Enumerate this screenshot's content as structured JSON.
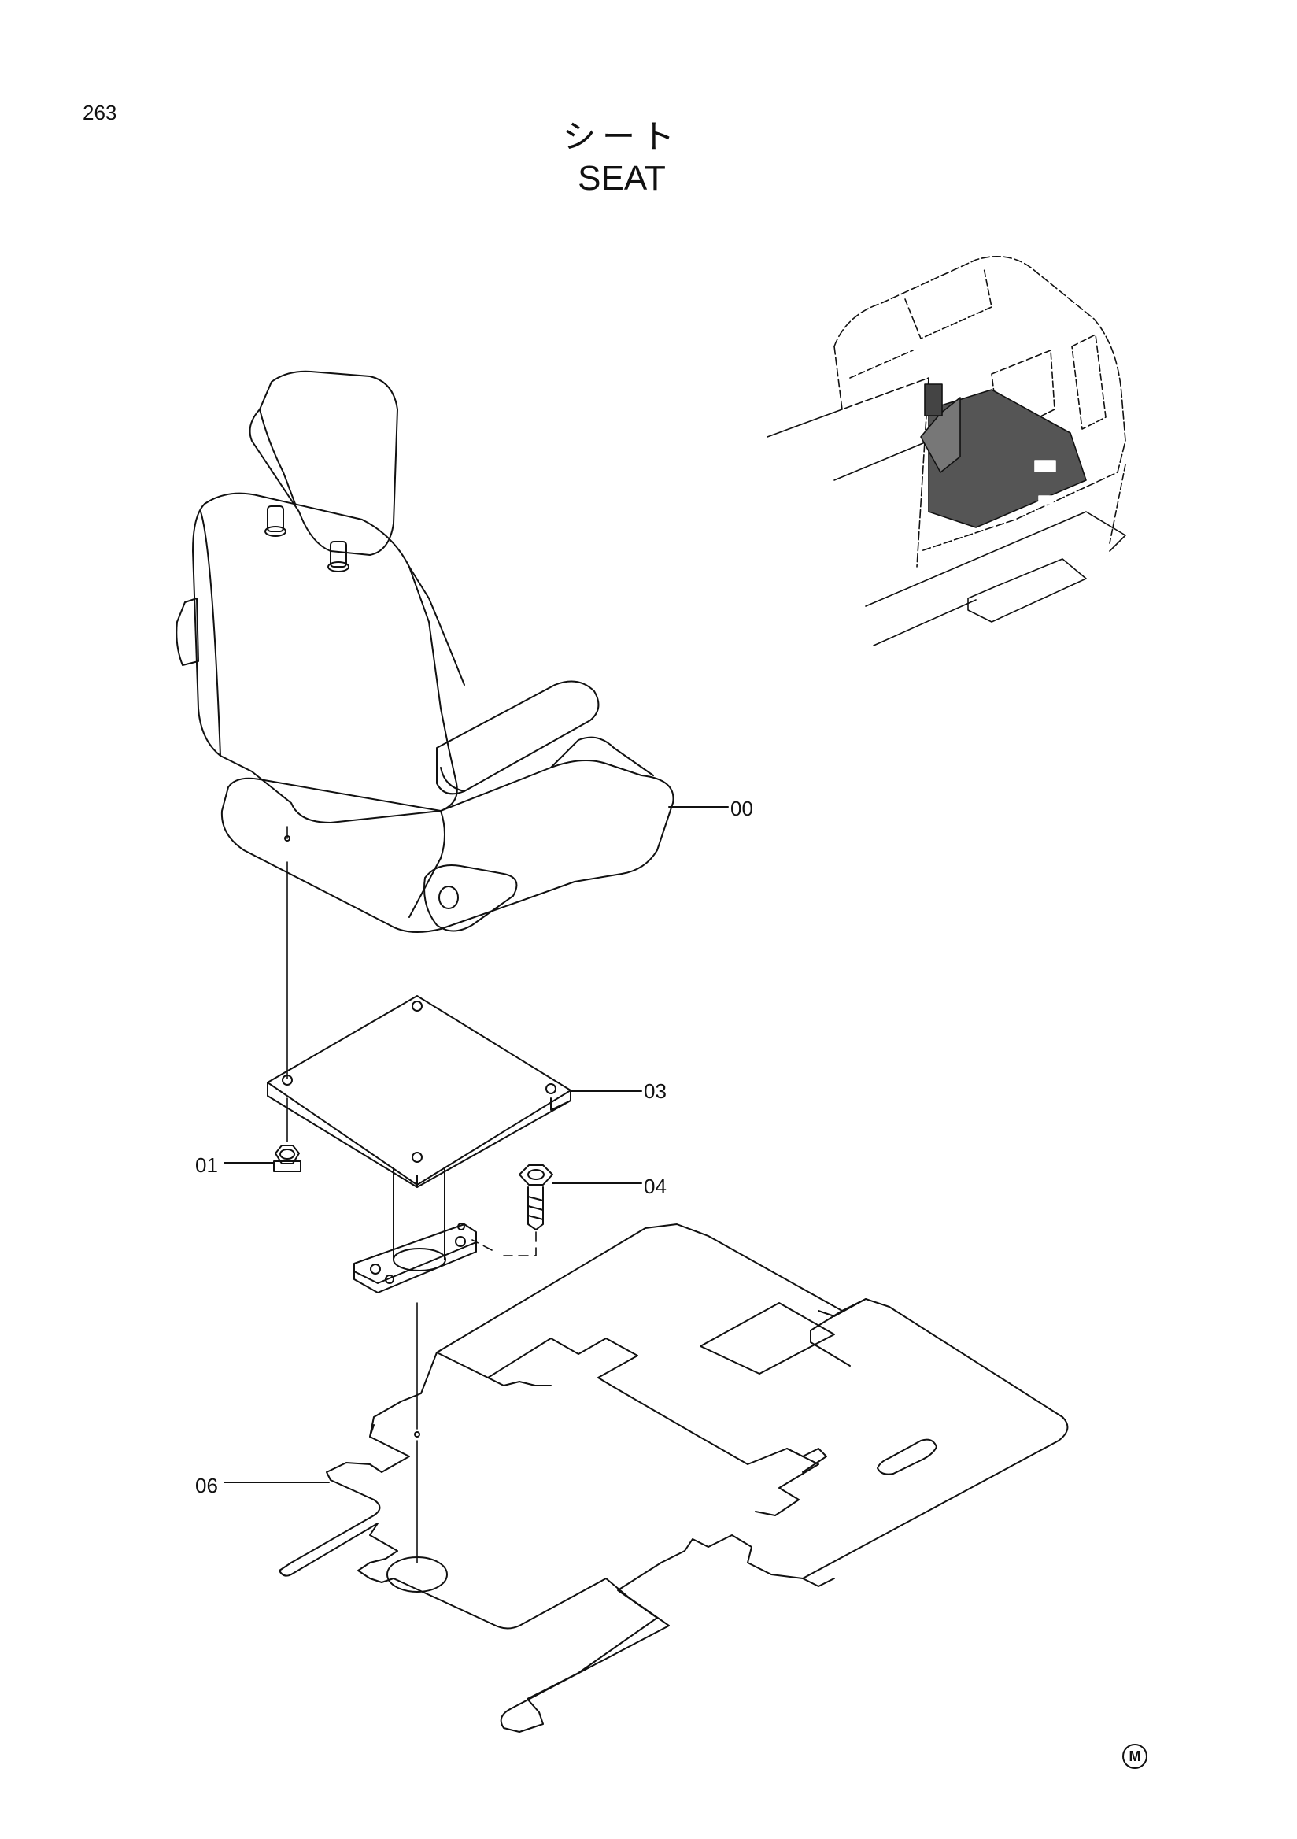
{
  "page": {
    "number": "263"
  },
  "title": {
    "japanese": "シート",
    "english": "SEAT"
  },
  "callouts": [
    {
      "id": "00",
      "label": "00",
      "part": "seat"
    },
    {
      "id": "01",
      "label": "01",
      "part": "nut"
    },
    {
      "id": "03",
      "label": "03",
      "part": "seat stand plate"
    },
    {
      "id": "04",
      "label": "04",
      "part": "bolt"
    },
    {
      "id": "06",
      "label": "06",
      "part": "floor mat"
    }
  ],
  "footer": {
    "mark": "M"
  },
  "colors": {
    "line": "#111111",
    "background": "#ffffff",
    "shade": "#555555"
  }
}
